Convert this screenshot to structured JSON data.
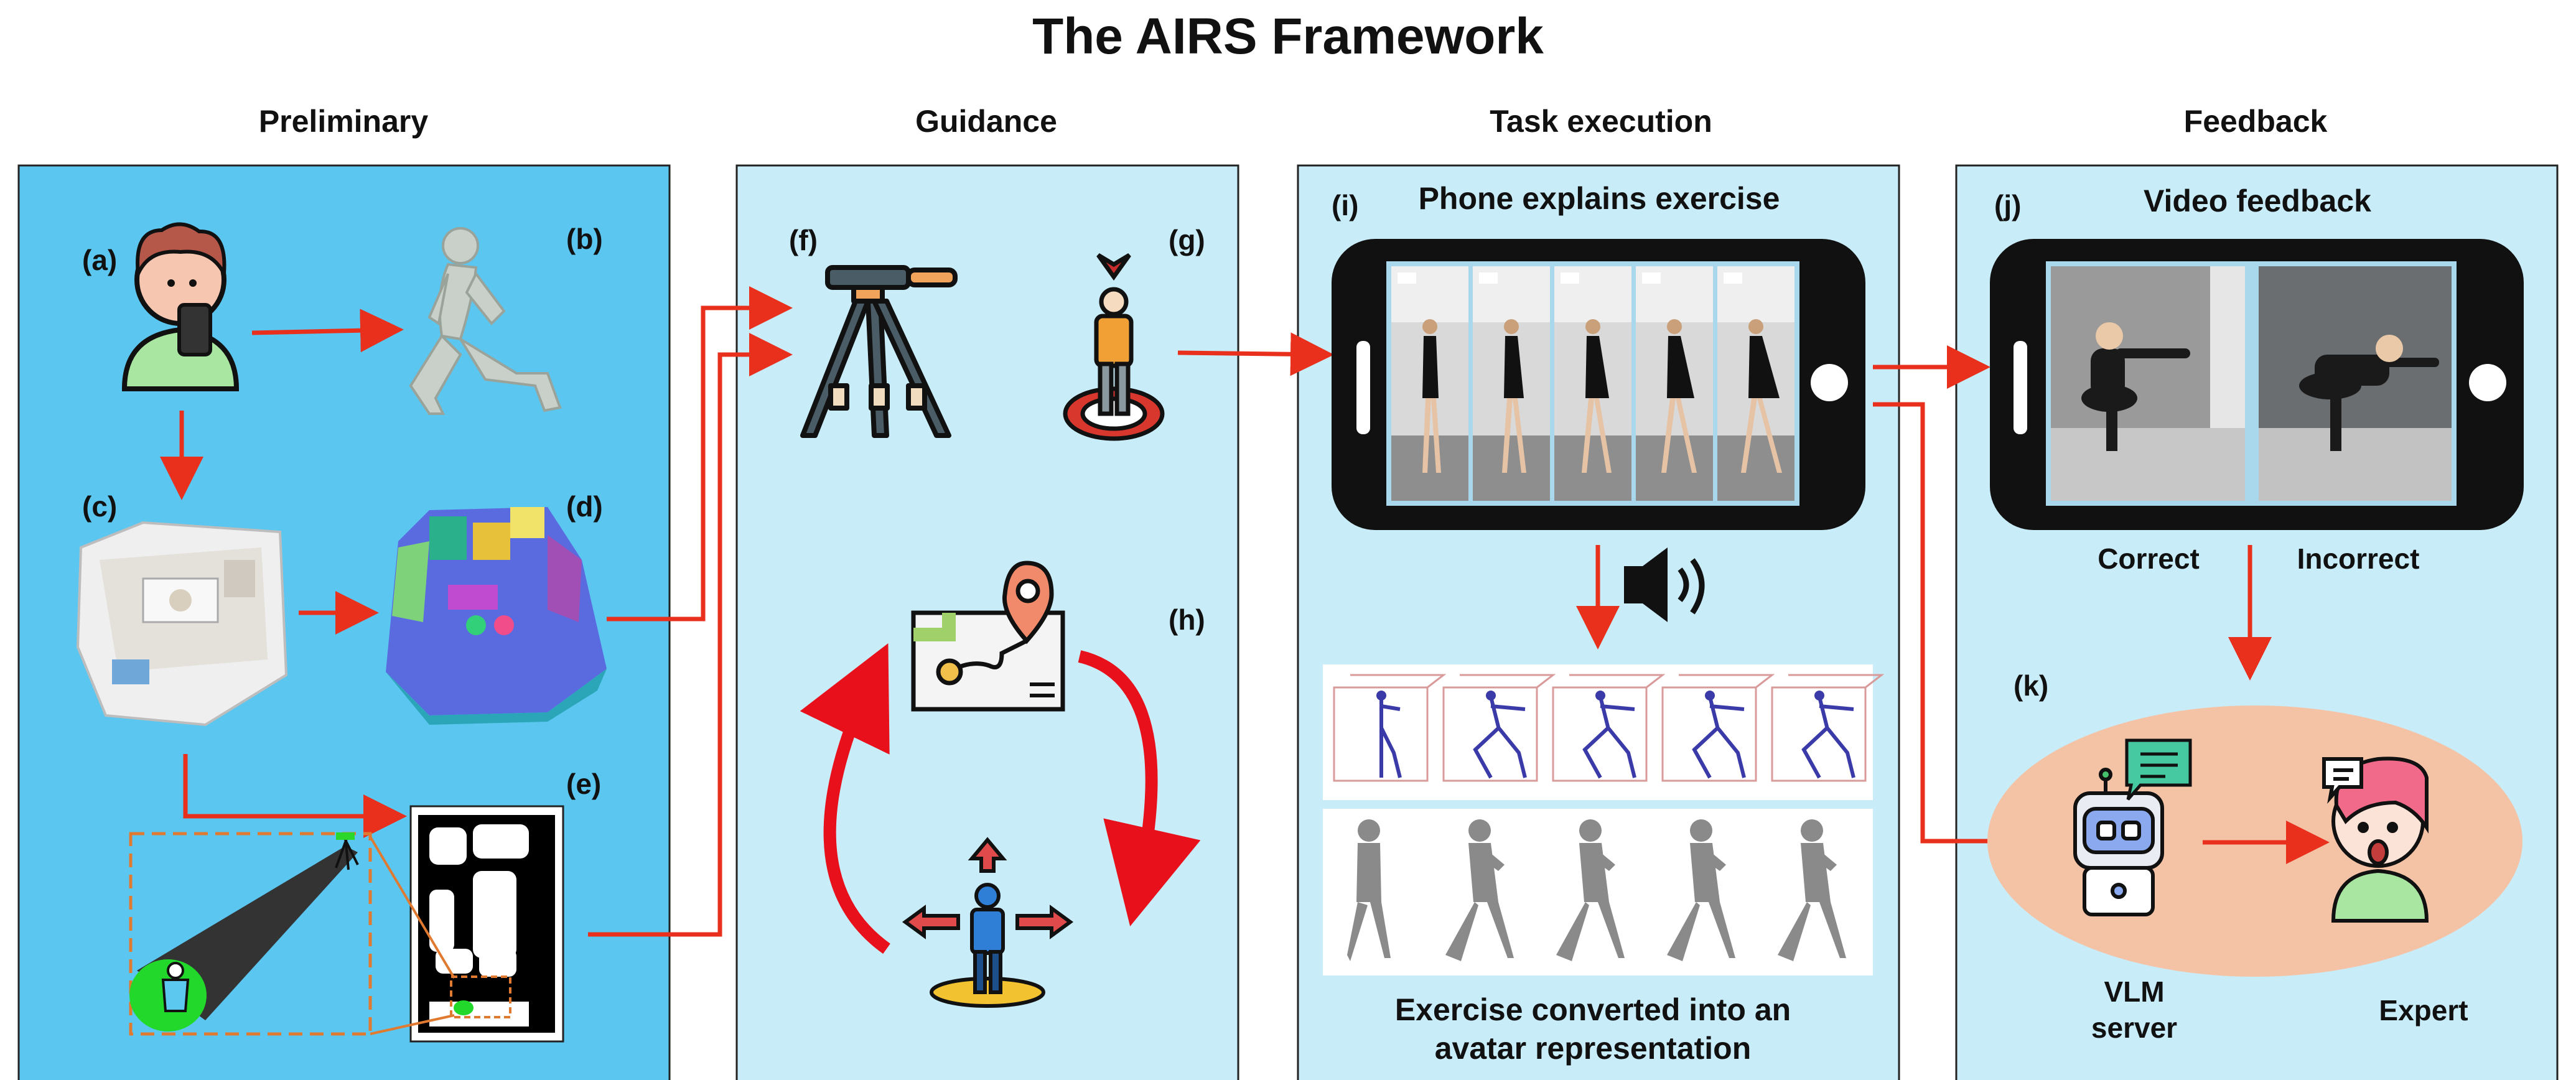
{
  "title": "The AIRS Framework",
  "sections": {
    "preliminary": "Preliminary",
    "guidance": "Guidance",
    "task_execution": "Task execution",
    "feedback": "Feedback"
  },
  "labels": {
    "a": "(a)",
    "b": "(b)",
    "c": "(c)",
    "d": "(d)",
    "e": "(e)",
    "f": "(f)",
    "g": "(g)",
    "h": "(h)",
    "i": "(i)",
    "j": "(j)",
    "k": "(k)"
  },
  "task": {
    "phone_title": "Phone explains exercise",
    "caption_line1": "Exercise converted into an",
    "caption_line2": "avatar representation"
  },
  "feedback": {
    "video_title": "Video feedback",
    "correct": "Correct",
    "incorrect": "Incorrect",
    "vlm_line1": "VLM",
    "vlm_line2": "server",
    "expert": "Expert"
  },
  "colors": {
    "preliminary_panel": "#5bc6f0",
    "light_panel": "#c9ecf9",
    "arrow": "#e8301c",
    "phone": "#111111",
    "vlm_ellipse": "#f4c3a6"
  },
  "icons": [
    "person-phone-icon",
    "body-mesh-icon",
    "room-scan-icon",
    "segmented-room-icon",
    "camera-cone-icon",
    "floor-map-icon",
    "tripod-icon",
    "person-target-icon",
    "map-pin-icon",
    "person-arrows-icon",
    "speaker-icon",
    "robot-icon",
    "chat-bubble-icon",
    "expert-face-icon"
  ]
}
